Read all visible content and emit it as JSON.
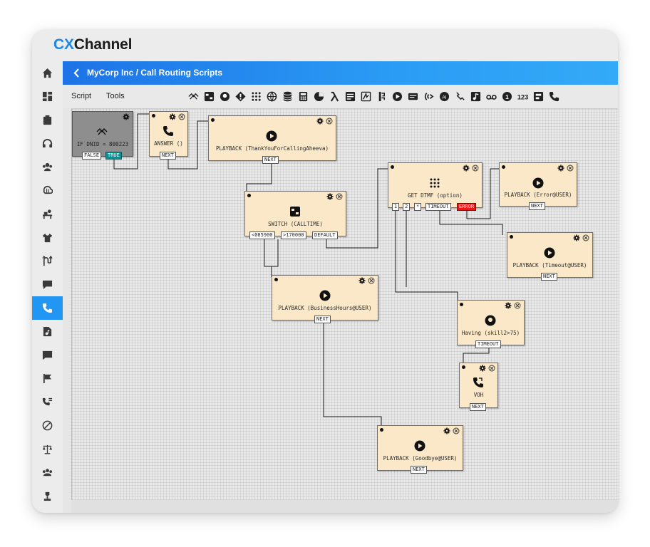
{
  "app": {
    "brand_prefix": "CX",
    "brand_suffix": "Channel",
    "breadcrumb": "MyCorp Inc / Call Routing Scripts"
  },
  "colors": {
    "accent": "#2196f3",
    "node_fill": "#fae8c9",
    "true_port": "#0e8e8e",
    "error_port": "#e81818"
  },
  "menu": {
    "script": "Script",
    "tools": "Tools"
  },
  "sidebar": {
    "items": [
      {
        "icon": "home-icon"
      },
      {
        "icon": "dashboard-icon"
      },
      {
        "icon": "clipboard-icon"
      },
      {
        "icon": "headset-icon"
      },
      {
        "icon": "users-icon"
      },
      {
        "icon": "brain-icon"
      },
      {
        "icon": "agent-desk-icon"
      },
      {
        "icon": "shirt-icon"
      },
      {
        "icon": "routing-icon"
      },
      {
        "icon": "chat-icon"
      },
      {
        "icon": "phone-icon",
        "active": true
      },
      {
        "icon": "audio-file-icon"
      },
      {
        "icon": "message-icon"
      },
      {
        "icon": "flag-icon"
      },
      {
        "icon": "call-list-icon"
      },
      {
        "icon": "block-icon"
      },
      {
        "icon": "scale-icon"
      },
      {
        "icon": "group-icon"
      },
      {
        "icon": "podium-icon"
      }
    ]
  },
  "toolbar": {
    "tools": [
      "condition-icon",
      "switch-icon",
      "skill-icon",
      "decision-icon",
      "dtmf-icon",
      "web-icon",
      "database-icon",
      "calculator-icon",
      "pie-icon",
      "lambda-icon",
      "list-icon",
      "function-icon",
      "transfer-icon",
      "playback-icon",
      "tts-icon",
      "speech-icon",
      "voice-icon",
      "dial-icon",
      "audio-icon",
      "voicemail-icon",
      "number-icon",
      "digits-icon",
      "queue-icon",
      "phone-action-icon"
    ]
  },
  "nodes": {
    "if_dnid": {
      "label": "IF DNID = 800223",
      "ports": [
        "FALSE",
        "TRUE"
      ]
    },
    "answer": {
      "label": "ANSWER ()",
      "ports": [
        "NEXT"
      ]
    },
    "playback_thanks": {
      "label": "PLAYBACK (ThankYouForCallingAheeva)",
      "ports": [
        "NEXT"
      ]
    },
    "switch": {
      "label": "SWITCH (CALLTIME)",
      "ports": [
        "<085900",
        ">170000",
        "DEFAULT"
      ]
    },
    "get_dtmf": {
      "label": "GET DTMF (option)",
      "ports": [
        "1",
        "2",
        "*",
        "TIMEOUT",
        "ERROR"
      ]
    },
    "playback_error": {
      "label": "PLAYBACK (Error@USER)",
      "ports": [
        "NEXT"
      ]
    },
    "playback_timeout": {
      "label": "PLAYBACK (Timeout@USER)",
      "ports": [
        "NEXT"
      ]
    },
    "playback_business": {
      "label": "PLAYBACK (BusinessHours@USER)",
      "ports": [
        "NEXT"
      ]
    },
    "having_skill": {
      "label": "Having (skill2>75)",
      "ports": [
        "TIMEOUT"
      ]
    },
    "voh": {
      "label": "VOH",
      "ports": [
        "NEXT"
      ]
    },
    "playback_goodbye": {
      "label": "PLAYBACK (Goodbye@USER)",
      "ports": [
        "NEXT"
      ]
    }
  }
}
